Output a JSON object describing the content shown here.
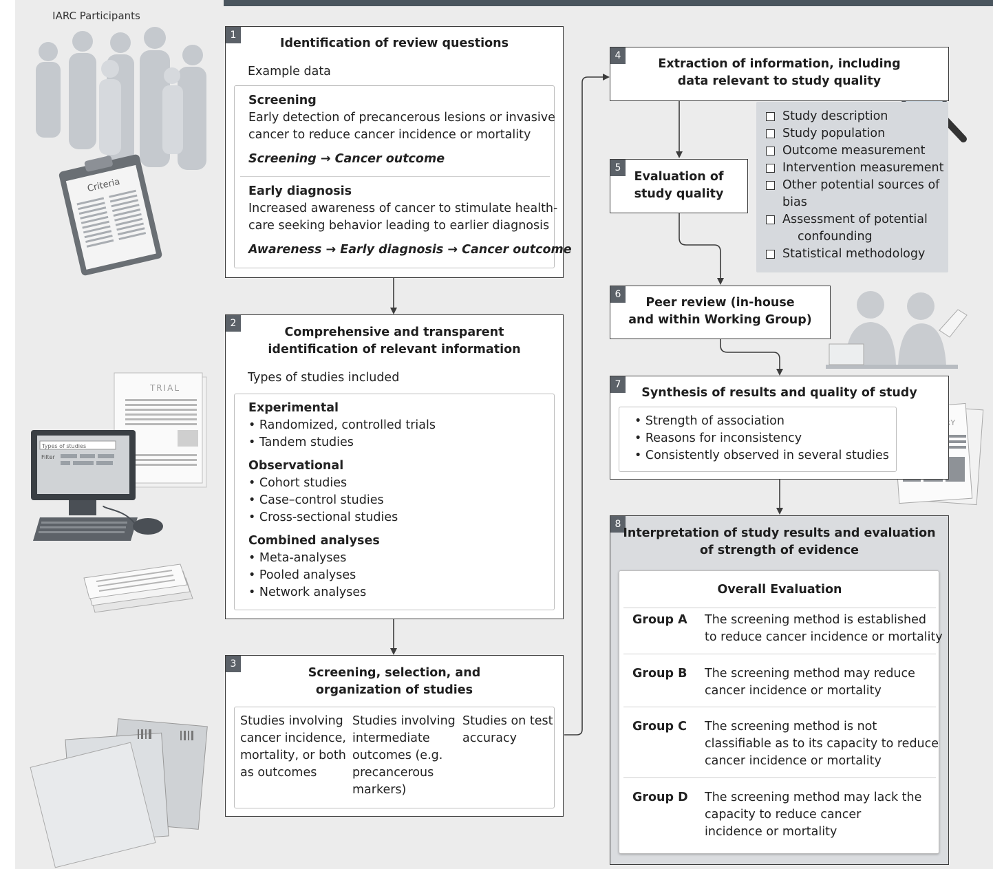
{
  "side_label": "IARC Participants",
  "illustrations": {
    "clipboard_label": "Criteria",
    "trial_label": "TRIAL",
    "summary_label": "SUMMARY",
    "monitor_search": "Types of studies",
    "monitor_filter": "Filter"
  },
  "step1": {
    "number": "1",
    "title": "Identification of review questions",
    "subtitle": "Example data",
    "screening": {
      "heading": "Screening",
      "desc1": "Early detection of precancerous lesions or invasive",
      "desc2": "cancer to reduce cancer incidence or mortality",
      "path": "Screening → Cancer outcome"
    },
    "early": {
      "heading": "Early diagnosis",
      "desc1": "Increased awareness of cancer to stimulate health-",
      "desc2": "care seeking behavior leading to earlier diagnosis",
      "path": "Awareness → Early diagnosis → Cancer outcome"
    }
  },
  "step2": {
    "number": "2",
    "title1": "Comprehensive and transparent",
    "title2": "identification of relevant information",
    "subtitle": "Types of studies included",
    "groups": [
      {
        "heading": "Experimental",
        "items": [
          "• Randomized, controlled trials",
          "• Tandem studies"
        ]
      },
      {
        "heading": "Observational",
        "items": [
          "• Cohort studies",
          "• Case–control studies",
          "• Cross-sectional studies"
        ]
      },
      {
        "heading": "Combined analyses",
        "items": [
          "• Meta-analyses",
          "• Pooled analyses",
          "• Network analyses"
        ]
      }
    ]
  },
  "step3": {
    "number": "3",
    "title1": "Screening, selection, and",
    "title2": "organization of studies",
    "col1": [
      "Studies involving",
      "cancer incidence,",
      "mortality, or both",
      "as outcomes"
    ],
    "col2": [
      "Studies involving",
      "intermediate",
      "outcomes (e.g.",
      "precancerous",
      "markers)"
    ],
    "col3": [
      "Studies on test",
      "accuracy"
    ]
  },
  "step4": {
    "number": "4",
    "title1": "Extraction of information, including",
    "title2": "data relevant to study quality",
    "checklist": [
      "Study description",
      "Study population",
      "Outcome measurement",
      "Intervention measurement",
      "Other potential sources of",
      "bias",
      "Assessment of potential",
      "confounding",
      "Statistical methodology"
    ]
  },
  "step5": {
    "number": "5",
    "title1": "Evaluation of",
    "title2": "study quality"
  },
  "step6": {
    "number": "6",
    "title1": "Peer review (in-house",
    "title2": "and within Working Group)"
  },
  "step7": {
    "number": "7",
    "title": "Synthesis of results and quality of study",
    "items": [
      "• Strength of association",
      "• Reasons for inconsistency",
      "• Consistently observed in several studies"
    ]
  },
  "step8": {
    "number": "8",
    "title1": "Interpretation of study results and evaluation",
    "title2": "of strength of evidence",
    "overall": "Overall Evaluation",
    "groups": [
      {
        "name": "Group A",
        "lines": [
          "The screening method is established",
          "to reduce cancer incidence or mortality"
        ]
      },
      {
        "name": "Group B",
        "lines": [
          "The screening method may reduce",
          "cancer incidence or mortality"
        ]
      },
      {
        "name": "Group C",
        "lines": [
          "The screening method is not",
          "classifiable as to its capacity to reduce",
          "cancer incidence or mortality"
        ]
      },
      {
        "name": "Group D",
        "lines": [
          "The screening method may lack the",
          "capacity to reduce cancer",
          "incidence or mortality"
        ]
      }
    ]
  }
}
